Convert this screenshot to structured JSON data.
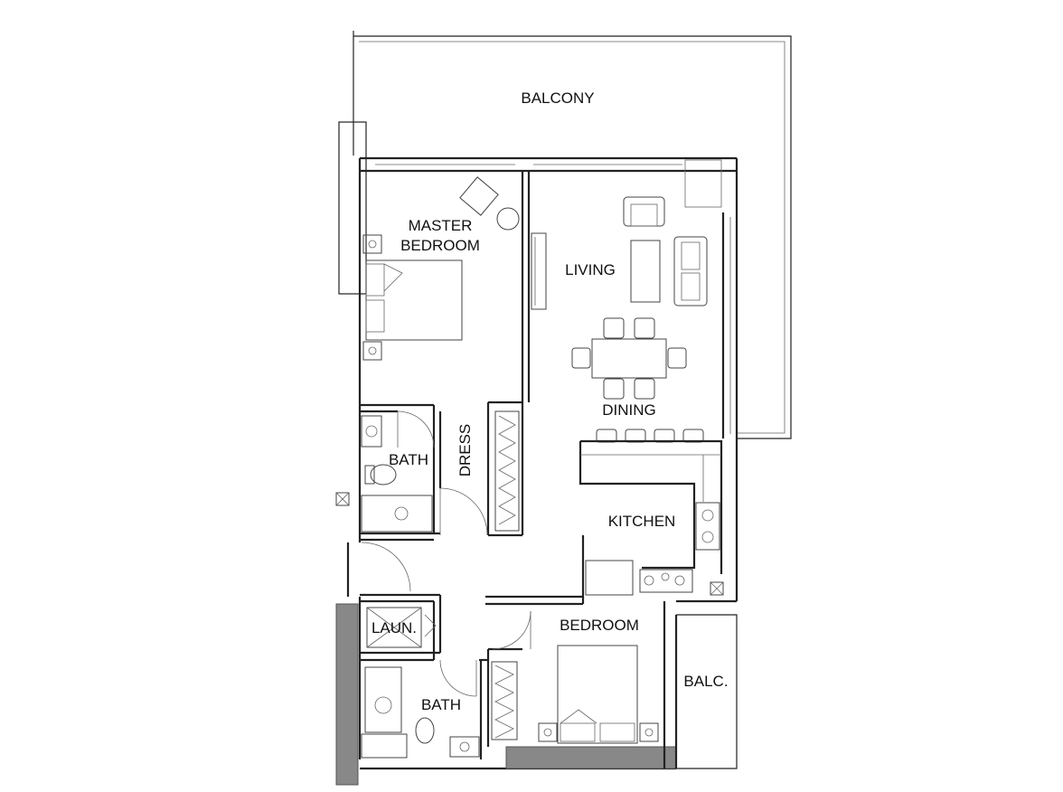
{
  "rooms": {
    "balcony": "BALCONY",
    "master_bedroom_line1": "MASTER",
    "master_bedroom_line2": "BEDROOM",
    "living": "LIVING",
    "dining": "DINING",
    "bath_master": "BATH",
    "dress": "DRESS",
    "kitchen": "KITCHEN",
    "laundry": "LAUN.",
    "bath_second": "BATH",
    "bedroom": "BEDROOM",
    "balcony_small": "BALC."
  }
}
